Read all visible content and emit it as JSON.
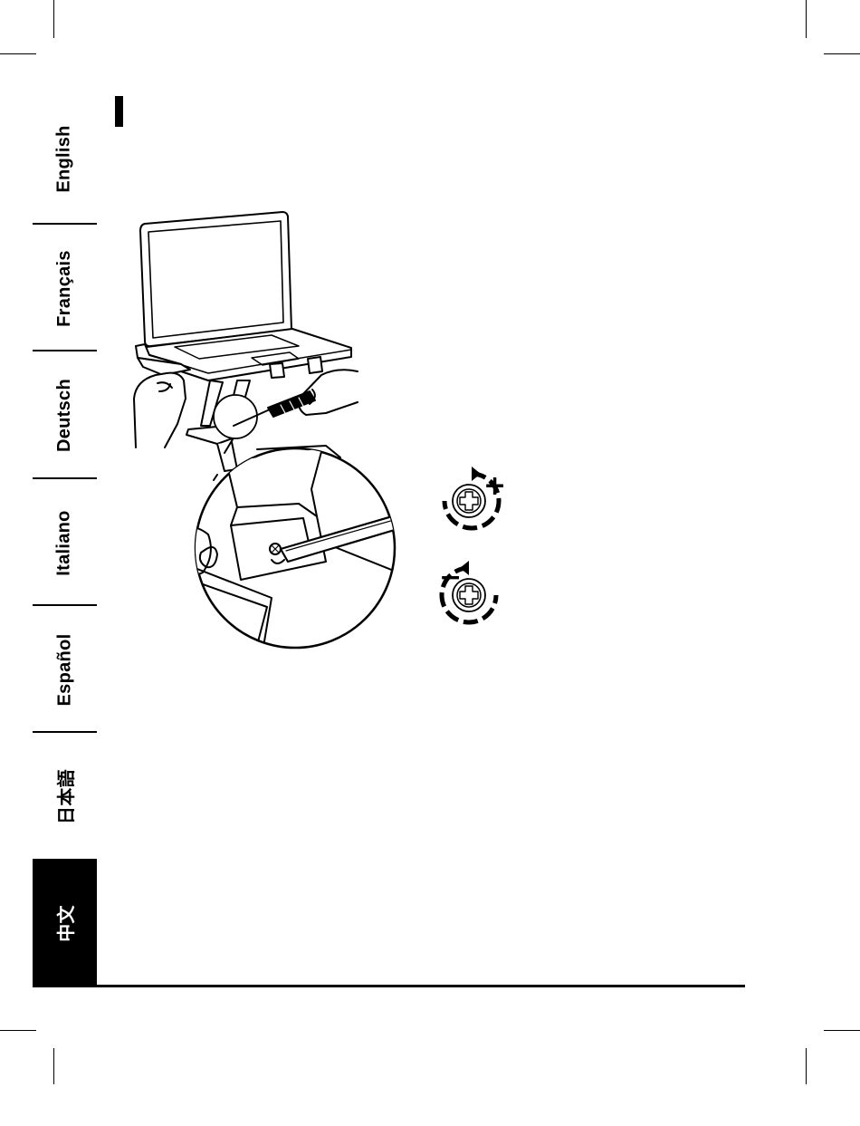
{
  "language_tabs": [
    {
      "label": "English",
      "active": false
    },
    {
      "label": "Français",
      "active": false
    },
    {
      "label": "Deutsch",
      "active": false
    },
    {
      "label": "Italiano",
      "active": false
    },
    {
      "label": "Español",
      "active": false
    },
    {
      "label": "日本語",
      "active": false
    },
    {
      "label": "中文",
      "active": true
    }
  ],
  "adjust_icons": {
    "tighten_symbol": "+",
    "loosen_symbol": "−"
  },
  "colors": {
    "ink": "#000000",
    "paper": "#ffffff",
    "active_tab_bg": "#000000",
    "active_tab_text": "#ffffff"
  }
}
